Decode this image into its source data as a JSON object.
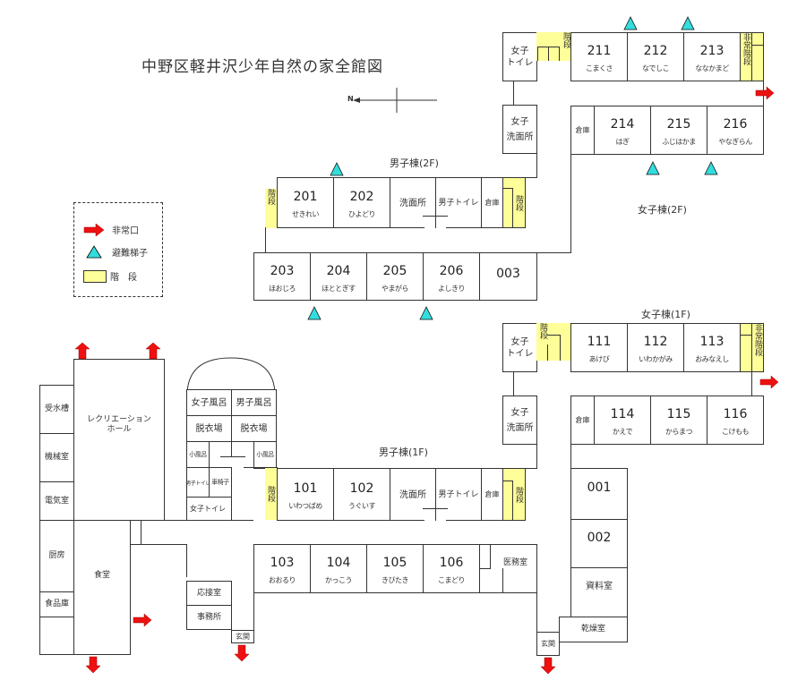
{
  "title": "中野区軽井沢少年自然の家全館図",
  "compass": {
    "label": "N"
  },
  "legend": {
    "items": [
      {
        "icon": "emergency-exit-arrow-icon",
        "label": "非常口"
      },
      {
        "icon": "escape-ladder-triangle-icon",
        "label": "避難梯子"
      },
      {
        "icon": "stairs-swatch-icon",
        "label": "階　段"
      }
    ]
  },
  "colors": {
    "stairs": "#ffff99",
    "exit_arrow": "#ee1111",
    "ladder": "#33dddd",
    "wall": "#333333"
  },
  "wings": {
    "boys_2f": "男子棟(2F)",
    "girls_2f": "女子棟(2F)",
    "girls_1f": "女子棟(1F)",
    "boys_1f": "男子棟(1F)"
  },
  "girls2f": {
    "toilet": "女子\nトイレ",
    "stairs": "階段",
    "washroom_1": "女子",
    "washroom_2": "洗面所",
    "storage": "倉庫",
    "emergency_stairs": "非常階段",
    "rooms_north": [
      {
        "num": "211",
        "name": "こまくさ"
      },
      {
        "num": "212",
        "name": "なでしこ"
      },
      {
        "num": "213",
        "name": "ななかまど"
      }
    ],
    "rooms_south": [
      {
        "num": "214",
        "name": "はぎ"
      },
      {
        "num": "215",
        "name": "ふじはかま"
      },
      {
        "num": "216",
        "name": "やなぎらん"
      }
    ]
  },
  "boys2f": {
    "stairs_left": "階段",
    "stairs_right": "階段",
    "washroom": "洗面所",
    "toilet": "男子トイレ",
    "storage": "倉庫",
    "rooms_north": [
      {
        "num": "201",
        "name": "せきれい"
      },
      {
        "num": "202",
        "name": "ひよどり"
      }
    ],
    "rooms_south": [
      {
        "num": "203",
        "name": "ほおじろ"
      },
      {
        "num": "204",
        "name": "ほととぎす"
      },
      {
        "num": "205",
        "name": "やまがら"
      },
      {
        "num": "206",
        "name": "よしきり"
      },
      {
        "num": "003",
        "name": ""
      }
    ]
  },
  "girls1f": {
    "toilet": "女子\nトイレ",
    "stairs": "階段",
    "washroom_1": "女子",
    "washroom_2": "洗面所",
    "storage": "倉庫",
    "emergency_stairs": "非常階段",
    "rooms_north": [
      {
        "num": "111",
        "name": "あけび"
      },
      {
        "num": "112",
        "name": "いわかがみ"
      },
      {
        "num": "113",
        "name": "おみなえし"
      }
    ],
    "rooms_south": [
      {
        "num": "114",
        "name": "かえで"
      },
      {
        "num": "115",
        "name": "からまつ"
      },
      {
        "num": "116",
        "name": "こけもも"
      }
    ]
  },
  "boys1f": {
    "stairs_left": "階段",
    "stairs_right": "階段",
    "washroom": "洗面所",
    "toilet": "男子トイレ",
    "storage": "倉庫",
    "rooms_north": [
      {
        "num": "101",
        "name": "いわつばめ"
      },
      {
        "num": "102",
        "name": "うぐいす"
      }
    ],
    "rooms_south": [
      {
        "num": "103",
        "name": "おおるり"
      },
      {
        "num": "104",
        "name": "かっこう"
      },
      {
        "num": "105",
        "name": "きびたき"
      },
      {
        "num": "106",
        "name": "こまどり"
      }
    ],
    "medical": "医務室"
  },
  "bath": {
    "girls_bath": "女子風呂",
    "boys_bath": "男子風呂",
    "changing_1": "脱衣場",
    "changing_2": "脱衣場",
    "small_bath_1": "小風呂",
    "small_bath_2": "小風呂",
    "boys_toilet": "男子トイレ",
    "wheelchair": "車椅子",
    "girls_toilet": "女子トイレ"
  },
  "west": {
    "water_tank": "受水槽",
    "machine_room": "機械室",
    "electric_room": "電気室",
    "rec_hall": "レクリエーション\nホール",
    "kitchen": "厨房",
    "food_storage": "食品庫",
    "dining": "食堂",
    "reception": "応接室",
    "office": "事務所",
    "entrance_1": "玄関",
    "entrance_2": "玄関"
  },
  "east": {
    "room_001": "001",
    "room_002": "002",
    "archive": "資料室",
    "drying": "乾燥室"
  }
}
